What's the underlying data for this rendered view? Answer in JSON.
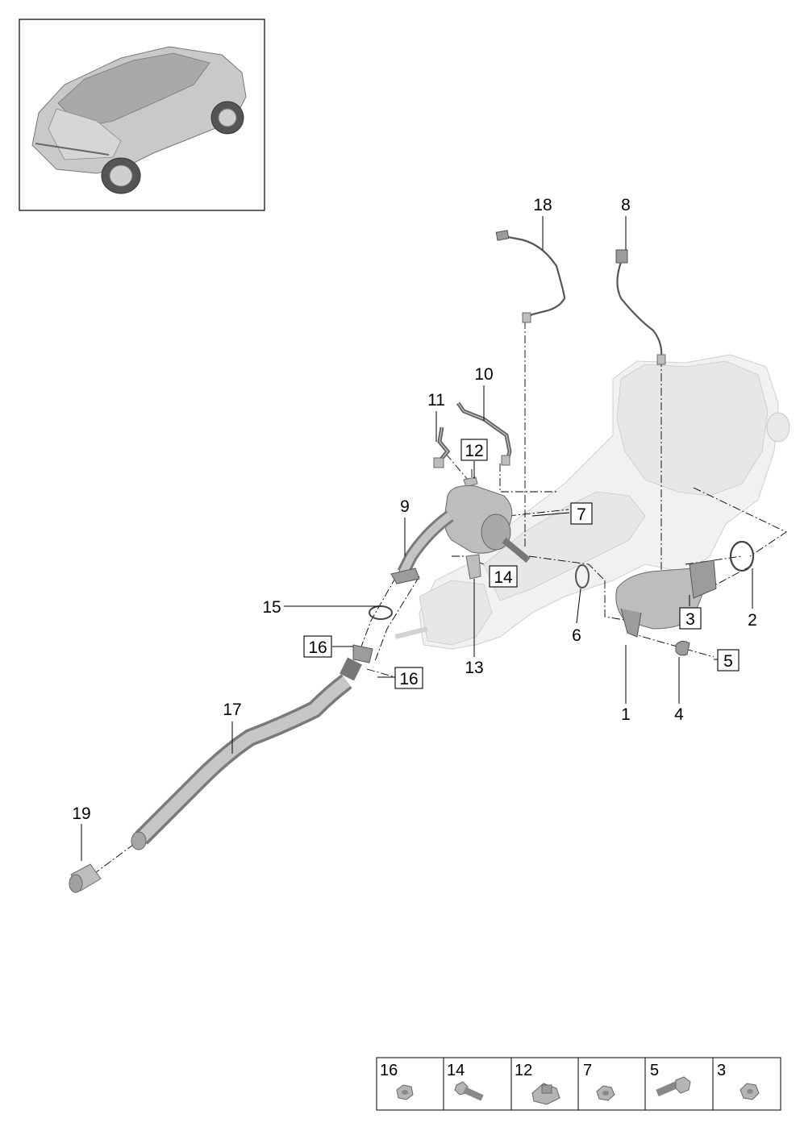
{
  "callouts": {
    "c1": "1",
    "c2": "2",
    "c3": "3",
    "c4": "4",
    "c5": "5",
    "c6": "6",
    "c7": "7",
    "c8": "8",
    "c9": "9",
    "c10": "10",
    "c11": "11",
    "c12": "12",
    "c13": "13",
    "c14": "14",
    "c15": "15",
    "c16a": "16",
    "c16b": "16",
    "c17": "17",
    "c18": "18",
    "c19": "19"
  },
  "parts_table": [
    {
      "number": "16",
      "icon": "hex-nut-icon"
    },
    {
      "number": "14",
      "icon": "hex-bolt-icon"
    },
    {
      "number": "12",
      "icon": "clip-nut-icon"
    },
    {
      "number": "7",
      "icon": "hex-nut-icon"
    },
    {
      "number": "5",
      "icon": "flange-bolt-icon"
    },
    {
      "number": "3",
      "icon": "hex-nut-icon"
    }
  ],
  "colors": {
    "line": "#000000",
    "part_fill": "#bdbdbd",
    "ghost_fill": "#f1f1f1"
  }
}
